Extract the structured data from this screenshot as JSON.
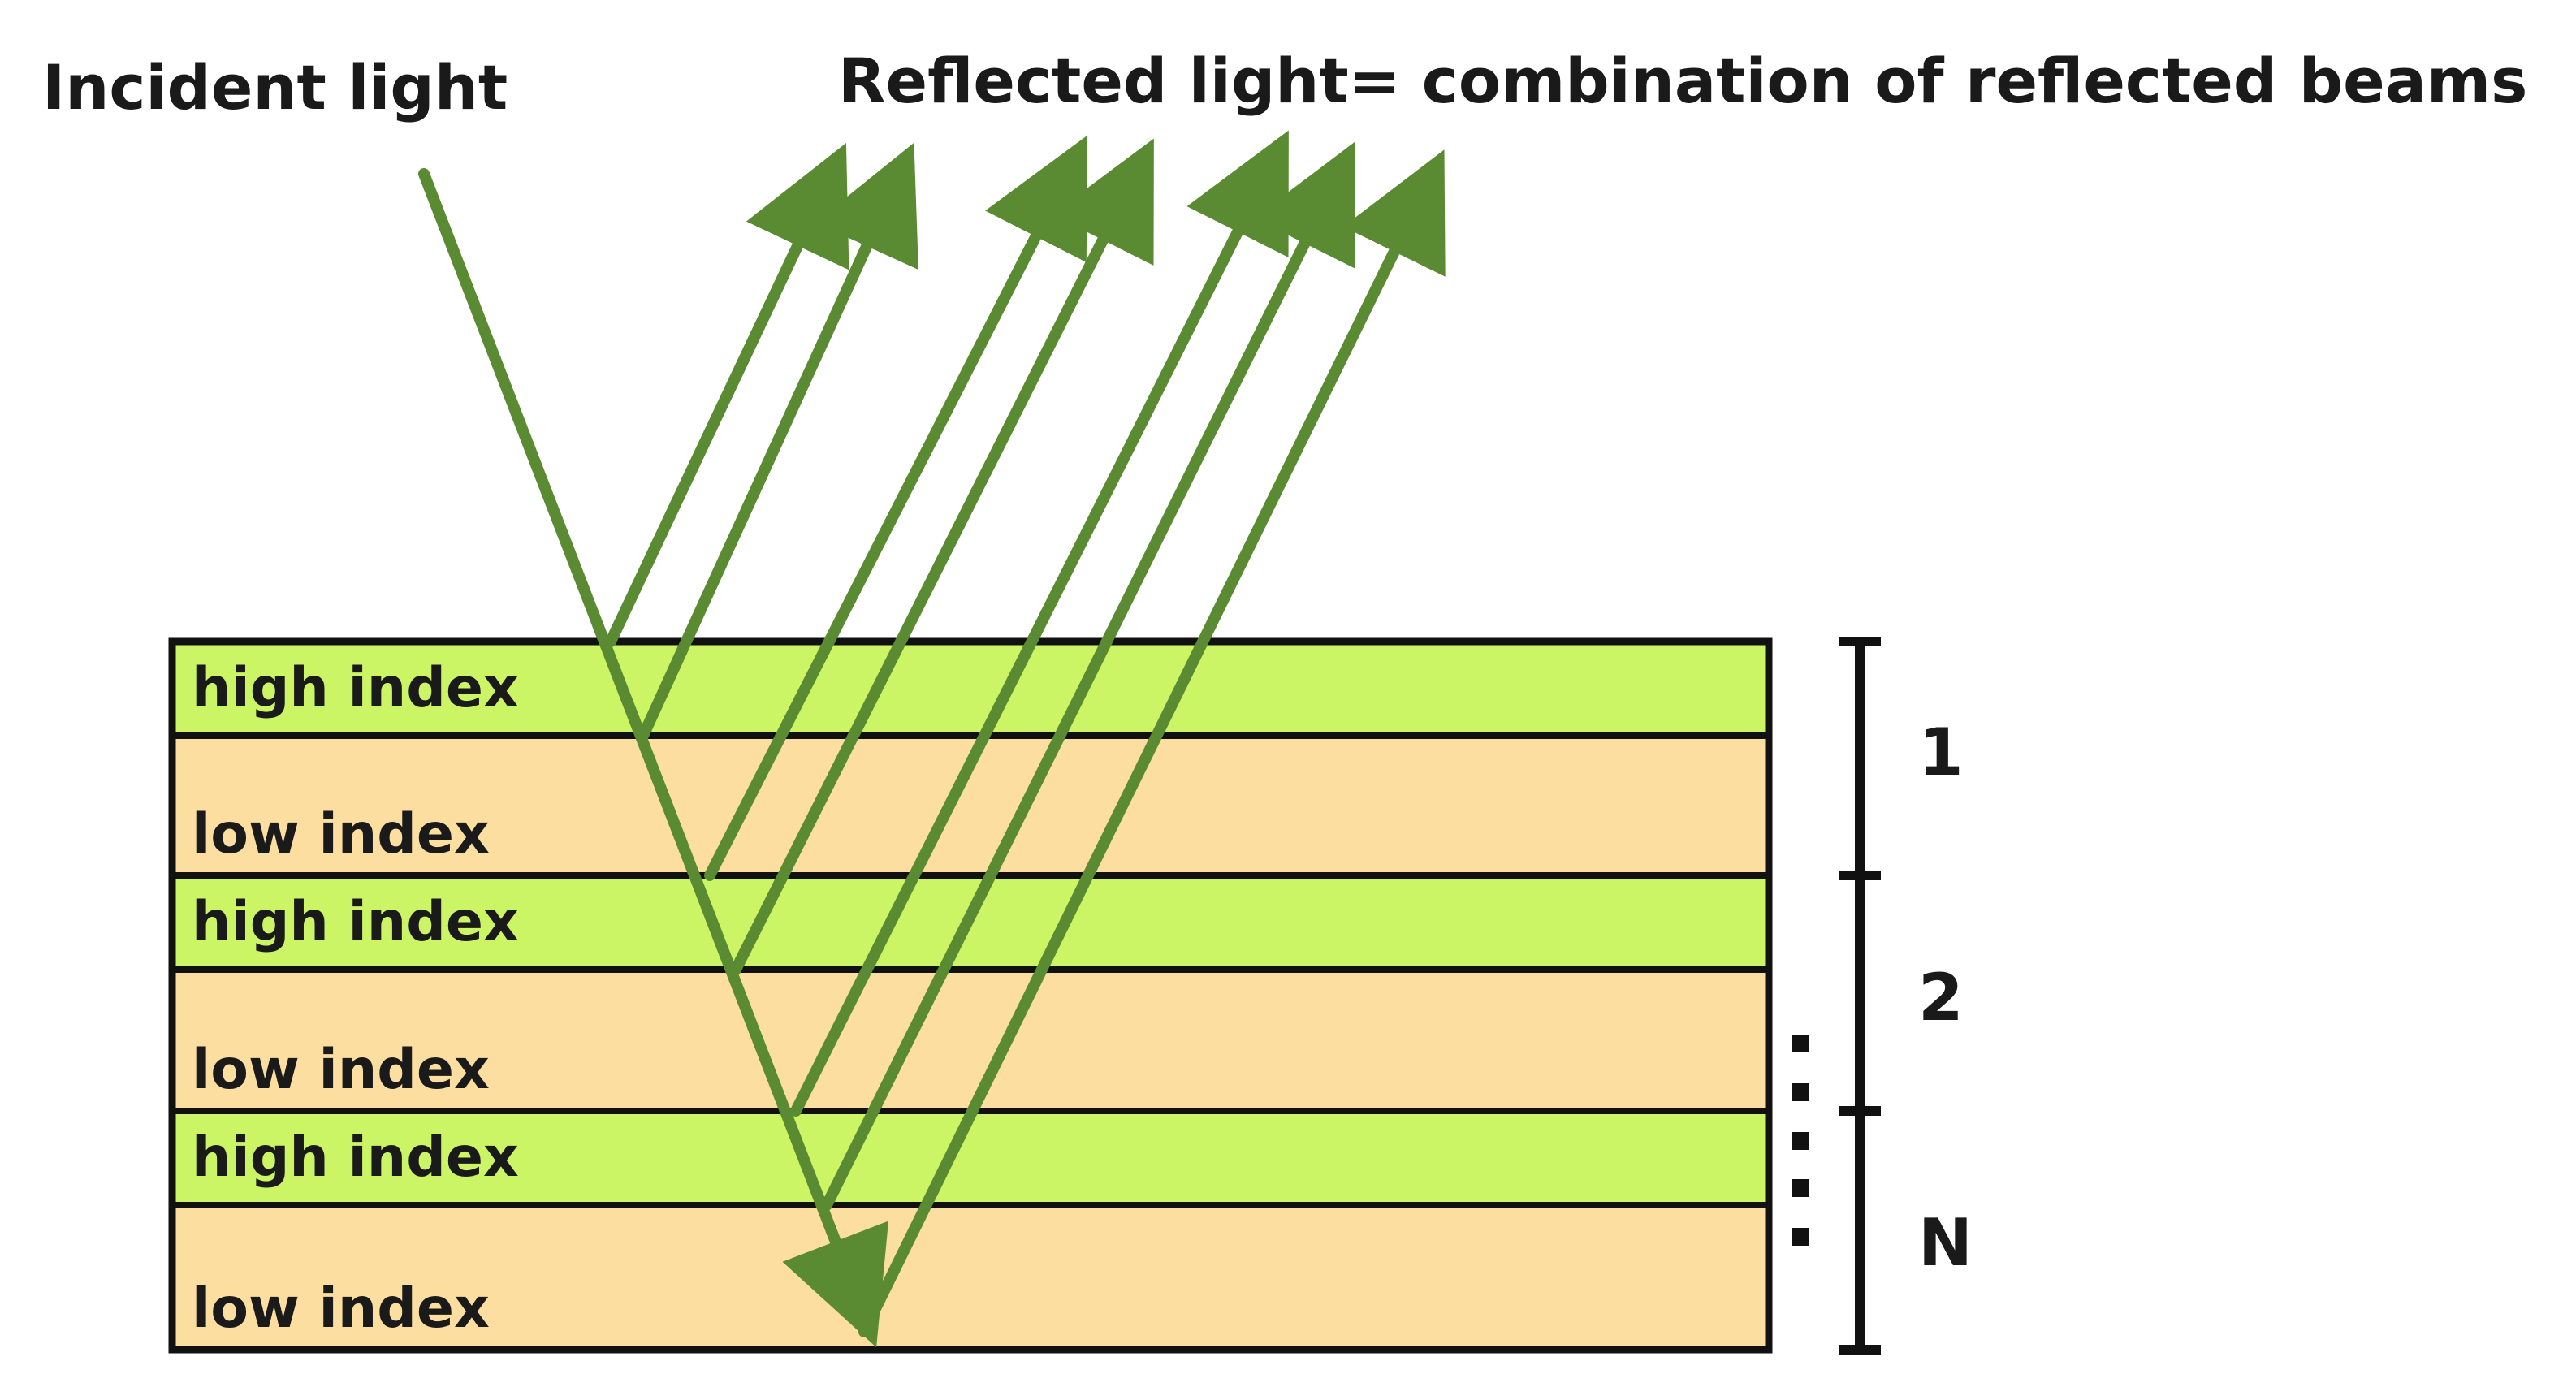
{
  "labels": {
    "incident": "Incident light",
    "reflected": "Reflected light= combination of reflected beams"
  },
  "layers": [
    {
      "label": "high index",
      "kind": "high"
    },
    {
      "label": "low index",
      "kind": "low"
    },
    {
      "label": "high index",
      "kind": "high"
    },
    {
      "label": "low index",
      "kind": "low"
    },
    {
      "label": "high index",
      "kind": "high"
    },
    {
      "label": "low index",
      "kind": "low"
    }
  ],
  "periods": [
    "1",
    "2",
    "N"
  ],
  "colors": {
    "high_index": "#ccf566",
    "low_index": "#fcdea0",
    "beam": "#5a8a32",
    "outline": "#111111"
  }
}
